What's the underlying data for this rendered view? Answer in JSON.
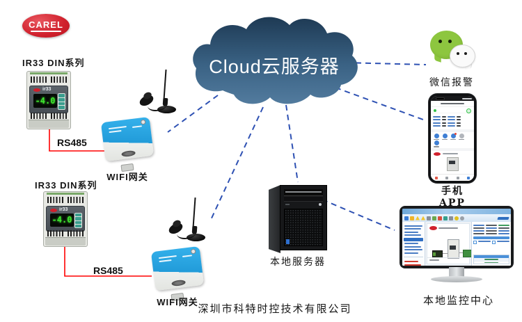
{
  "logo": {
    "text": "CAREL"
  },
  "cloud": {
    "label": "Cloud云服务器"
  },
  "nodes": {
    "controller1": {
      "label": "IR33 DIN系列",
      "model": "ir33",
      "display": "-4.0"
    },
    "controller2": {
      "label": "IR33 DIN系列",
      "model": "ir33",
      "display": "-4.0"
    },
    "gateway1": {
      "label": "WIFI网关"
    },
    "gateway2": {
      "label": "WIFI网关"
    },
    "server": {
      "label": "本地服务器"
    },
    "wechat": {
      "label": "微信报警"
    },
    "phone": {
      "label": "手机APP"
    },
    "monitor": {
      "label": "本地监控中心"
    }
  },
  "connections": {
    "bus1_label": "RS485",
    "bus2_label": "RS485"
  },
  "footer": {
    "company": "深圳市科特时控技术有限公司"
  },
  "colors": {
    "dashed_link": "#2e51b3",
    "rs485_line": "#ff0000",
    "cloud_dark": "#1e3a54",
    "cloud_light": "#527b9e",
    "gateway_blue": "#29a3e3",
    "wechat_green": "#8dc63f",
    "carel_red": "#d0202c",
    "display_green": "#3fe32f"
  }
}
